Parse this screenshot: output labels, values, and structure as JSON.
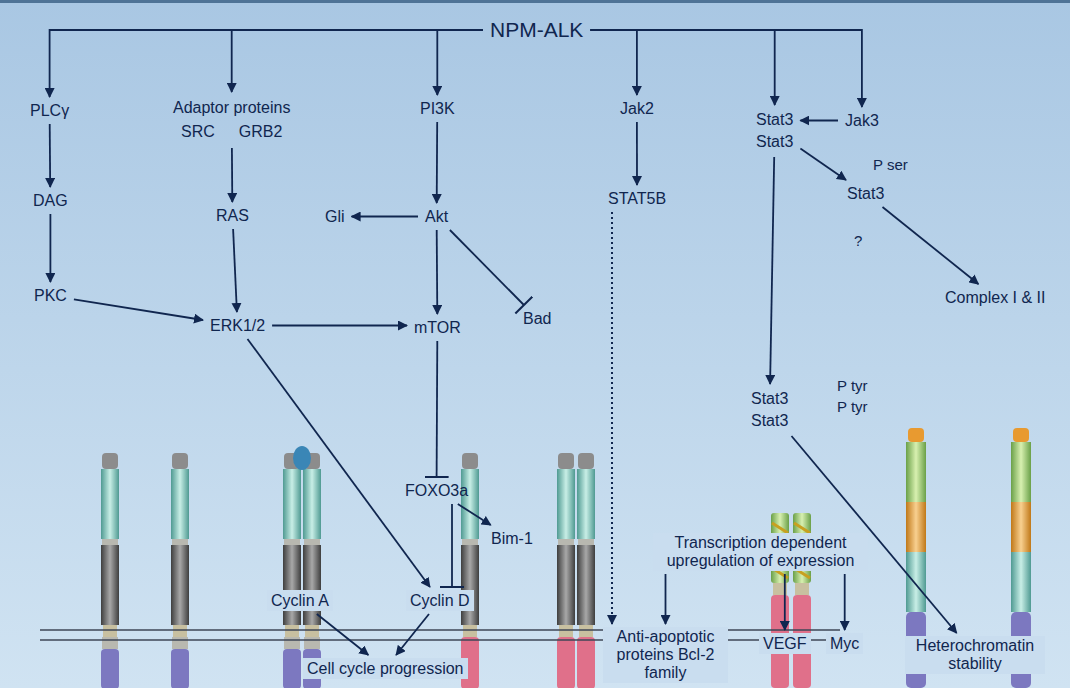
{
  "diagram": {
    "nodes": [
      {
        "text": [
          "NPM-ALK"
        ]
      },
      {
        "text": [
          "PLCγ"
        ]
      },
      {
        "text": [
          "DAG"
        ]
      },
      {
        "text": [
          "PKC"
        ]
      },
      {
        "text": [
          "Adaptor proteins",
          "SRC",
          "GRB2"
        ]
      },
      {
        "text": [
          "RAS"
        ]
      },
      {
        "text": [
          "ERK1/2"
        ]
      },
      {
        "text": [
          "PI3K"
        ]
      },
      {
        "text": [
          "Akt"
        ]
      },
      {
        "text": [
          "Gli"
        ]
      },
      {
        "text": [
          "Bad"
        ]
      },
      {
        "text": [
          "mTOR"
        ]
      },
      {
        "text": [
          "FOXO3a"
        ]
      },
      {
        "text": [
          "Bim-1"
        ]
      },
      {
        "text": [
          "Jak2"
        ]
      },
      {
        "text": [
          "STAT5B"
        ]
      },
      {
        "text": [
          "Stat3",
          "Stat3"
        ]
      },
      {
        "text": [
          "Jak3"
        ]
      },
      {
        "text": [
          "Stat3"
        ]
      },
      {
        "text": [
          "Complex I & II"
        ]
      },
      {
        "text": [
          "Stat3",
          "Stat3"
        ]
      },
      {
        "text": [
          "Cyclin A"
        ]
      },
      {
        "text": [
          "Cyclin D"
        ]
      },
      {
        "text": [
          "Cell cycle progression"
        ]
      },
      {
        "text": [
          "Anti-apoptotic proteins Bcl-2 family"
        ]
      },
      {
        "text": [
          "Transcription dependent upregulation of expression"
        ]
      },
      {
        "text": [
          "VEGF"
        ]
      },
      {
        "text": [
          "Myc"
        ]
      },
      {
        "text": [
          "Heterochromatin stability"
        ]
      }
    ],
    "edges": [
      {
        "from": 0,
        "to": 1,
        "arrow": "to"
      },
      {
        "from": 0,
        "to": 4,
        "arrow": "to"
      },
      {
        "from": 0,
        "to": 7,
        "arrow": "to"
      },
      {
        "from": 0,
        "to": 14,
        "arrow": "to"
      },
      {
        "from": 0,
        "to": 16,
        "arrow": "to"
      },
      {
        "from": 0,
        "to": 17,
        "arrow": "to"
      },
      {
        "from": 1,
        "to": 2,
        "arrow": "to"
      },
      {
        "from": 2,
        "to": 3,
        "arrow": "to"
      },
      {
        "from": 3,
        "to": 6,
        "arrow": "to"
      },
      {
        "from": 4,
        "to": 5,
        "arrow": "to"
      },
      {
        "from": 5,
        "to": 6,
        "arrow": "to"
      },
      {
        "from": 6,
        "to": 11,
        "arrow": "to"
      },
      {
        "from": 6,
        "to": 22,
        "arrow": "to"
      },
      {
        "from": 7,
        "to": 8,
        "arrow": "to"
      },
      {
        "from": 8,
        "to": 9,
        "arrow": "to"
      },
      {
        "from": 8,
        "to": 10,
        "arrow": "to"
      },
      {
        "from": 8,
        "to": 11,
        "arrow": "to"
      },
      {
        "from": 11,
        "to": 12,
        "arrow": "to"
      },
      {
        "from": 12,
        "to": 13,
        "arrow": "to"
      },
      {
        "from": 12,
        "to": 22,
        "arrow": "to"
      },
      {
        "from": 14,
        "to": 15,
        "arrow": "to"
      },
      {
        "from": 15,
        "to": 24,
        "arrow": "to"
      },
      {
        "from": 17,
        "to": 16,
        "arrow": "to"
      },
      {
        "from": 16,
        "to": 18,
        "arrow": "to"
      },
      {
        "from": 18,
        "to": 19,
        "arrow": "to"
      },
      {
        "from": 16,
        "to": 20,
        "arrow": "to"
      },
      {
        "from": 20,
        "to": 28,
        "arrow": "to"
      },
      {
        "from": 21,
        "to": 23,
        "arrow": "to"
      },
      {
        "from": 22,
        "to": 23,
        "arrow": "to"
      },
      {
        "from": 25,
        "to": 24,
        "arrow": "to"
      },
      {
        "from": 25,
        "to": 26,
        "arrow": "to"
      },
      {
        "from": 25,
        "to": 27,
        "arrow": "to"
      }
    ],
    "labels": [
      "P ser",
      "?",
      "P tyr",
      "P tyr"
    ]
  }
}
